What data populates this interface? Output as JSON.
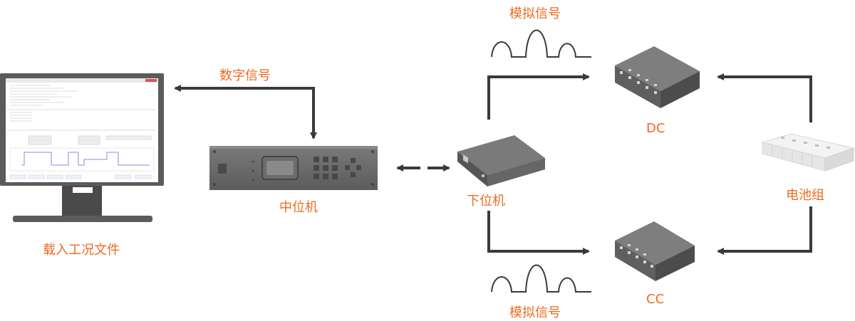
{
  "labels": {
    "pc_caption": "载入工况文件",
    "digital_signal": "数字信号",
    "middle_unit": "中位机",
    "lower_unit": "下位机",
    "analog_signal_top": "模拟信号",
    "analog_signal_bottom": "模拟信号",
    "dc": "DC",
    "cc": "CC",
    "battery_pack": "电池组"
  },
  "colors": {
    "accent": "#ee6a1c",
    "arrow": "#3a3a3a",
    "device_dark": "#5a5a5a"
  },
  "icons": [
    "monitor-icon",
    "rack-device-icon",
    "lower-unit-box-icon",
    "dc-module-icon",
    "cc-module-icon",
    "battery-pack-icon",
    "analog-waveform-icon"
  ]
}
